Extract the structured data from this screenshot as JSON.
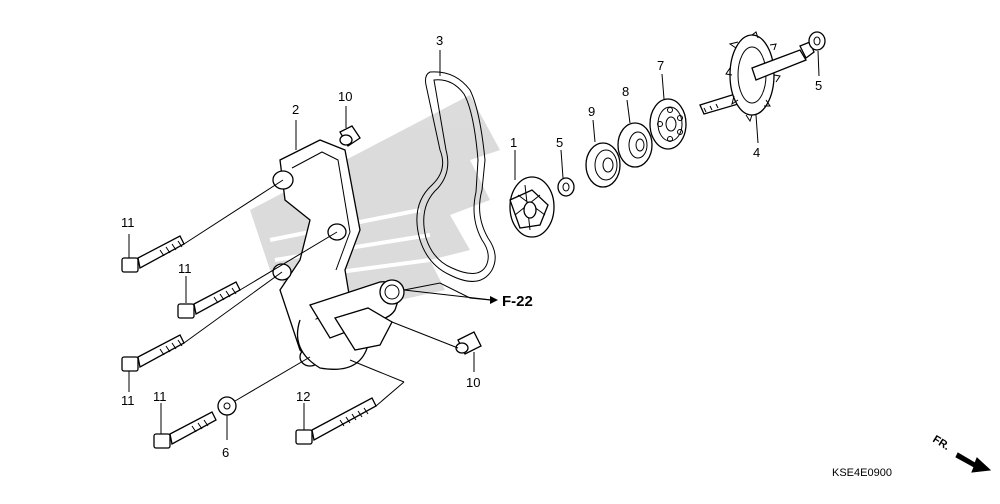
{
  "diagram": {
    "callouts": {
      "c1": "1",
      "c2": "2",
      "c3": "3",
      "c4": "4",
      "c5a": "5",
      "c5b": "5",
      "c6": "6",
      "c7": "7",
      "c8": "8",
      "c9": "9",
      "c10a": "10",
      "c10b": "10",
      "c11a": "11",
      "c11b": "11",
      "c11c": "11",
      "c11d": "11",
      "c12": "12"
    },
    "reference": "F-22",
    "direction": "FR.",
    "code": "KSE4E0900"
  }
}
